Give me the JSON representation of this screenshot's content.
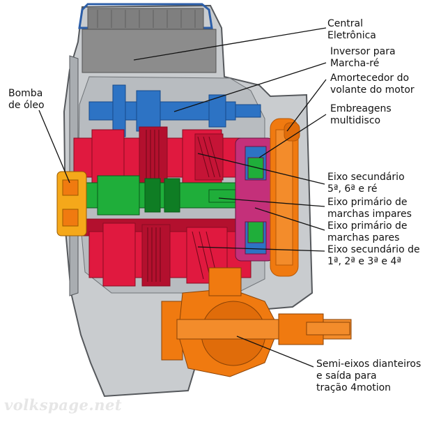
{
  "labels": {
    "central": [
      "Central",
      "Eletrônica"
    ],
    "inversor": [
      "Inversor para",
      "Marcha-ré"
    ],
    "amortecedor": [
      "Amortecedor do",
      "volante do motor"
    ],
    "embreagens": [
      "Embreagens",
      "multidisco"
    ],
    "bomba": [
      "Bomba",
      "de óleo"
    ],
    "eixo_sec_56": [
      "Eixo secundário",
      "5ª, 6ª e ré"
    ],
    "eixo_prim_impares": [
      "Eixo primário de",
      "marchas impares"
    ],
    "eixo_prim_pares": [
      "Eixo primário de",
      "marchas pares"
    ],
    "eixo_sec_1234": [
      "Eixo secundário de",
      "1ª, 2ª e 3ª e 4ª"
    ],
    "semi_eixos": [
      "Semi-eixos dianteiros",
      "e saída para",
      "tração 4motion"
    ]
  },
  "watermark": "volkspage.net",
  "colors": {
    "housing": "#c9cccf",
    "housing_dark": "#a9adb1",
    "outline": "#55585c",
    "electronics": "#8c8c8c",
    "electronics_blue": "#2c5ea8",
    "reverse_shaft": "#2d73c4",
    "gears_red": "#e0193f",
    "gears_red_dark": "#b3102e",
    "shaft_green": "#1fae3a",
    "shaft_green_dark": "#0f7d24",
    "orange": "#f07a10",
    "orange_dark": "#b85806",
    "pump_yellow": "#f5a81a",
    "clutch_magenta": "#c4307a",
    "leader": "#111111"
  }
}
